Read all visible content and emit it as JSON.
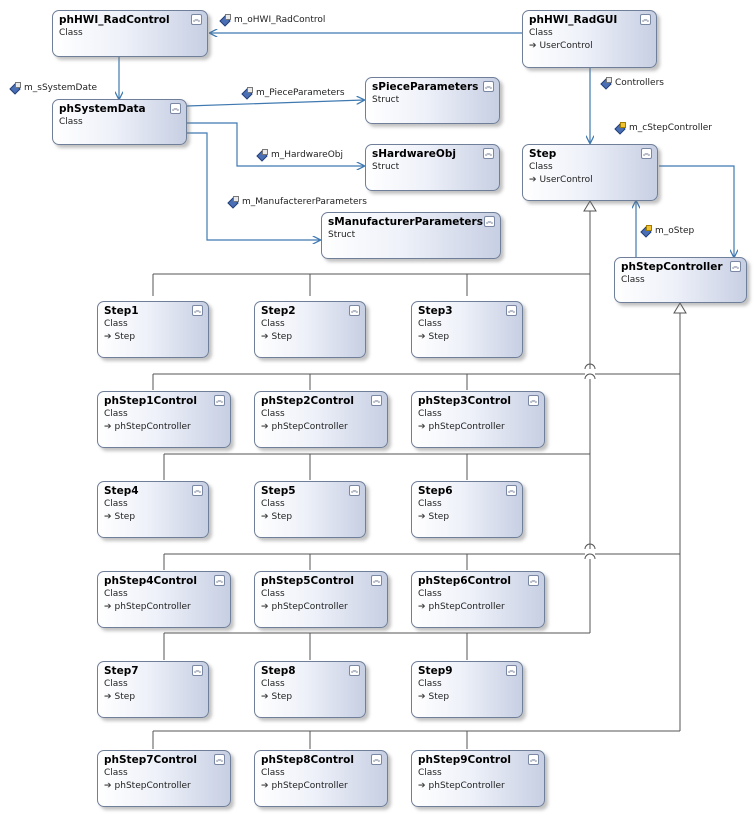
{
  "shapes": {
    "radcontrol": {
      "name": "phHWI_RadControl",
      "kind": "Class",
      "base": ""
    },
    "radgui": {
      "name": "phHWI_RadGUI",
      "kind": "Class",
      "base": "UserControl"
    },
    "systemdata": {
      "name": "phSystemData",
      "kind": "Class",
      "base": ""
    },
    "pieceparams": {
      "name": "sPieceParameters",
      "kind": "Struct",
      "base": ""
    },
    "hardwareobj": {
      "name": "sHardwareObj",
      "kind": "Struct",
      "base": ""
    },
    "manufparams": {
      "name": "sManufacturerParameters",
      "kind": "Struct",
      "base": ""
    },
    "step": {
      "name": "Step",
      "kind": "Class",
      "base": "UserControl"
    },
    "stepcontroller": {
      "name": "phStepController",
      "kind": "Class",
      "base": ""
    },
    "step1": {
      "name": "Step1",
      "kind": "Class",
      "base": "Step"
    },
    "step2": {
      "name": "Step2",
      "kind": "Class",
      "base": "Step"
    },
    "step3": {
      "name": "Step3",
      "kind": "Class",
      "base": "Step"
    },
    "ctl1": {
      "name": "phStep1Control",
      "kind": "Class",
      "base": "phStepController"
    },
    "ctl2": {
      "name": "phStep2Control",
      "kind": "Class",
      "base": "phStepController"
    },
    "ctl3": {
      "name": "phStep3Control",
      "kind": "Class",
      "base": "phStepController"
    },
    "step4": {
      "name": "Step4",
      "kind": "Class",
      "base": "Step"
    },
    "step5": {
      "name": "Step5",
      "kind": "Class",
      "base": "Step"
    },
    "step6": {
      "name": "Step6",
      "kind": "Class",
      "base": "Step"
    },
    "ctl4": {
      "name": "phStep4Control",
      "kind": "Class",
      "base": "phStepController"
    },
    "ctl5": {
      "name": "phStep5Control",
      "kind": "Class",
      "base": "phStepController"
    },
    "ctl6": {
      "name": "phStep6Control",
      "kind": "Class",
      "base": "phStepController"
    },
    "step7": {
      "name": "Step7",
      "kind": "Class",
      "base": "Step"
    },
    "step8": {
      "name": "Step8",
      "kind": "Class",
      "base": "Step"
    },
    "step9": {
      "name": "Step9",
      "kind": "Class",
      "base": "Step"
    },
    "ctl7": {
      "name": "phStep7Control",
      "kind": "Class",
      "base": "phStepController"
    },
    "ctl8": {
      "name": "phStep8Control",
      "kind": "Class",
      "base": "phStepController"
    },
    "ctl9": {
      "name": "phStep9Control",
      "kind": "Class",
      "base": "phStepController"
    }
  },
  "associations": {
    "m_oHWI_RadControl": "m_oHWI_RadControl",
    "m_sSystemDate": "m_sSystemDate",
    "m_PieceParameters": "m_PieceParameters",
    "m_HardwareObj": "m_HardwareObj",
    "m_ManufactererParameters": "m_ManufactererParameters",
    "controllers": "Controllers",
    "m_cStepController": "m_cStepController",
    "m_oStep": "m_oStep"
  },
  "colors": {
    "line": "#3f79b0",
    "inherit": "#555555",
    "border": "#6f7f99"
  },
  "icons": {
    "toggle": "chevron-double-up-icon",
    "association": "field-icon",
    "base_arrow": "inherit-arrow-icon"
  }
}
